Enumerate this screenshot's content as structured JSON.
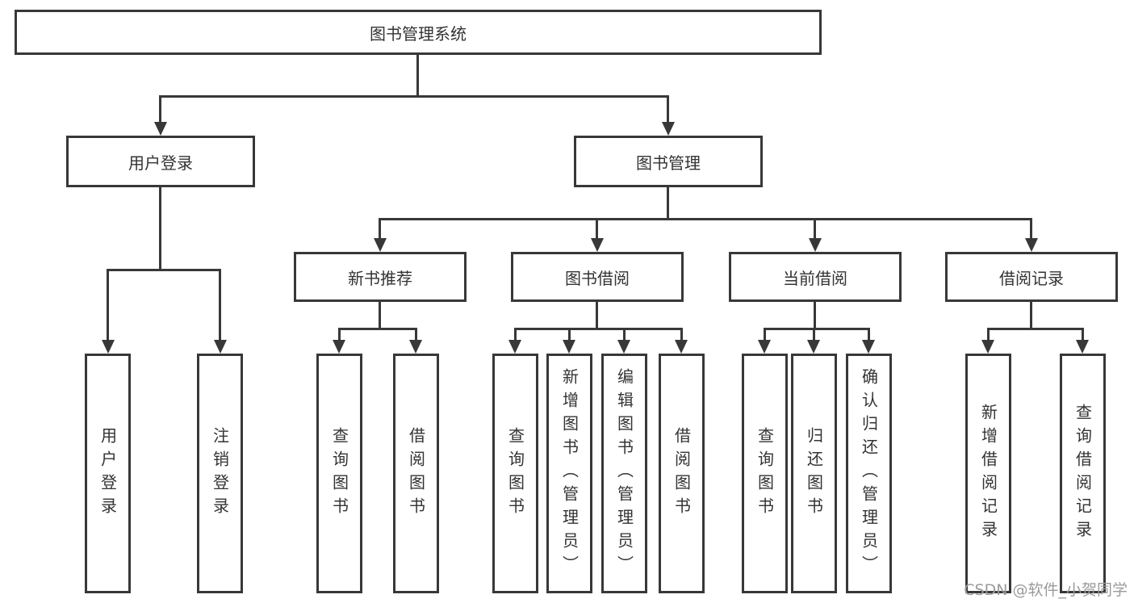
{
  "tree": {
    "root": "图书管理系统",
    "user_branch": {
      "label": "用户登录",
      "children": [
        "用户登录",
        "注销登录"
      ]
    },
    "book_branch": {
      "label": "图书管理",
      "modules": [
        {
          "label": "新书推荐",
          "children": [
            "查询图书",
            "借阅图书"
          ]
        },
        {
          "label": "图书借阅",
          "children": [
            "查询图书",
            "新增图书（管理员）",
            "编辑图书（管理员）",
            "借阅图书"
          ]
        },
        {
          "label": "当前借阅",
          "children": [
            "查询图书",
            "归还图书",
            "确认归还（管理员）"
          ]
        },
        {
          "label": "借阅记录",
          "children": [
            "新增借阅记录",
            "查询借阅记录"
          ]
        }
      ]
    }
  },
  "watermark": {
    "text": "CSDN @软件_小贺同学"
  },
  "colors": {
    "line": "#383838",
    "box_border": "#383838",
    "box_fill": "#ffffff",
    "text": "#333333",
    "watermark": "#9b9b9b",
    "background": "#ffffff"
  }
}
